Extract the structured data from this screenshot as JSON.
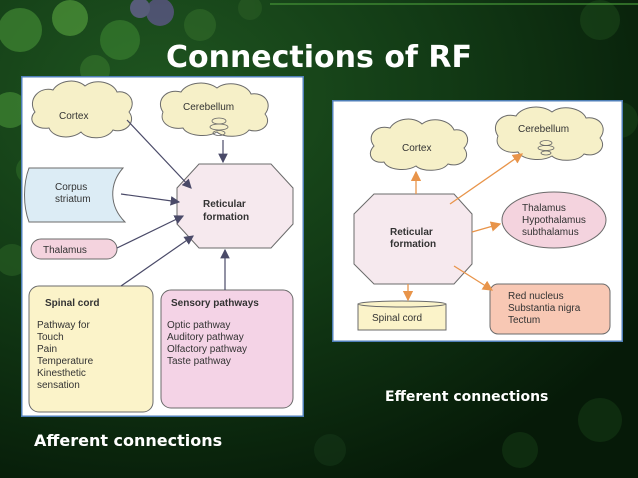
{
  "slide": {
    "title": "Connections of RF"
  },
  "afferent": {
    "caption": "Afferent connections",
    "cortex": "Cortex",
    "cerebellum": "Cerebellum",
    "corpus_line1": "Corpus",
    "corpus_line2": "striatum",
    "thalamus": "Thalamus",
    "rf_line1": "Reticular",
    "rf_line2": "formation",
    "spinal": {
      "title": "Spinal cord",
      "items": [
        "Pathway for",
        "Touch",
        "Pain",
        "Temperature",
        "Kinesthetic",
        "sensation"
      ]
    },
    "sensory": {
      "title": "Sensory pathways",
      "items": [
        "Optic pathway",
        "Auditory pathway",
        "Olfactory pathway",
        "Taste pathway"
      ]
    }
  },
  "efferent": {
    "caption": "Efferent connections",
    "cortex": "Cortex",
    "cerebellum": "Cerebellum",
    "rf_line1": "Reticular",
    "rf_line2": "formation",
    "thalamus_group": [
      "Thalamus",
      "Hypothalamus",
      "subthalamus"
    ],
    "red_group": [
      "Red nucleus",
      "Substantia nigra",
      "Tectum"
    ],
    "spinal": "Spinal cord"
  },
  "colors": {
    "background": "#0d2a10",
    "panel_border": "#4f7fb8",
    "cloud": "#f6f0c8",
    "hexagon": "#f6e9ee",
    "corpus": "#dcecf5",
    "thalamus_pink": "#f4d3de",
    "spinal_yellow": "#fbf3c9",
    "sensory_pink": "#f4d3e6",
    "red_box": "#f8c8b4",
    "arrow_afferent": "#4a4a68",
    "arrow_efferent": "#e8944a"
  }
}
